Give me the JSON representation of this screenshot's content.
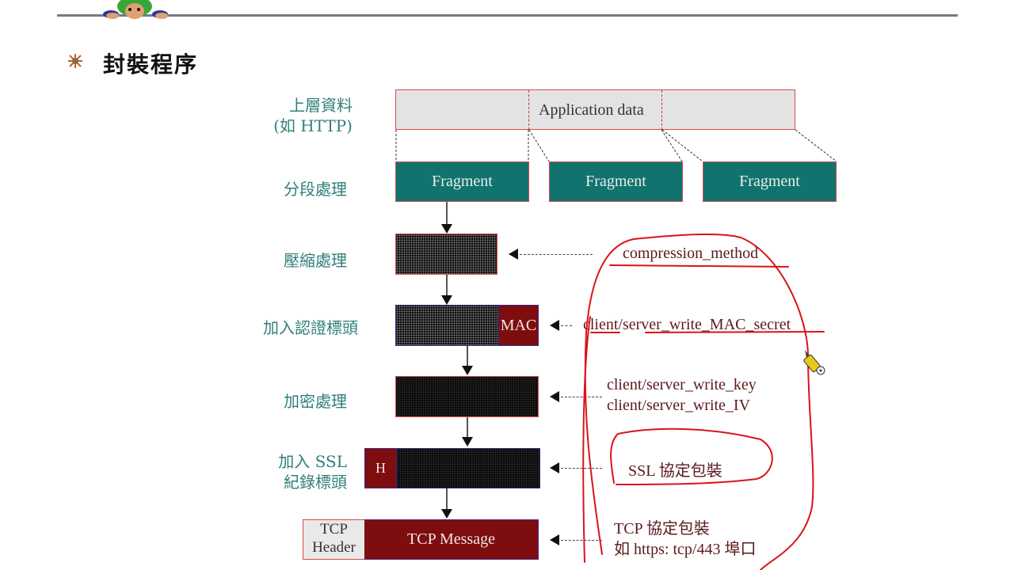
{
  "header": {
    "title": "封裝程序",
    "bullet_icon": "starburst-bullet-icon",
    "mascot_icon": "peeking-mascot-icon"
  },
  "diagram": {
    "rows": [
      {
        "label": "上層資料\n(如 HTTP)",
        "label_lines": [
          "上層資料",
          "(如 HTTP)"
        ],
        "block": "Application data"
      },
      {
        "label": "分段處理",
        "blocks": [
          "Fragment",
          "Fragment",
          "Fragment"
        ]
      },
      {
        "label": "壓縮處理",
        "param": "compression_method"
      },
      {
        "label": "加入認證標頭",
        "tail": "MAC",
        "param": "client/server_write_MAC_secret"
      },
      {
        "label": "加密處理",
        "params": [
          "client/server_write_key",
          "client/server_write_IV"
        ]
      },
      {
        "label_lines": [
          "加入 SSL",
          "紀錄標頭"
        ],
        "head": "H",
        "param": "SSL 協定包裝"
      },
      {
        "head_lines": [
          "TCP",
          "Header"
        ],
        "block": "TCP Message",
        "params": [
          "TCP 協定包裝",
          "如 https: tcp/443 埠口"
        ]
      }
    ]
  },
  "colors": {
    "teal_label": "#2f7f7a",
    "fragment_fill": "#10736e",
    "maroon": "#7d0d0e",
    "annotation_text": "#5a1a1e",
    "pen_red": "#d9141a"
  }
}
